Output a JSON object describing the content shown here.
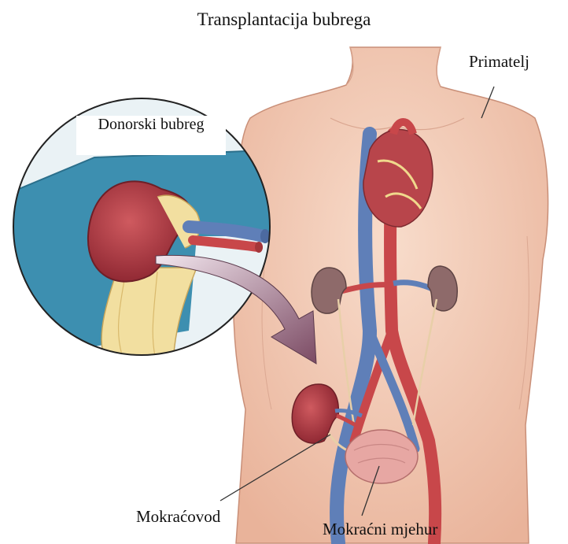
{
  "title": "Transplantacija bubrega",
  "labels": {
    "recipient": "Primatelj",
    "donor_kidney": "Donorski bubreg",
    "ureter": "Mokraćovod",
    "bladder": "Mokraćni mjehur"
  },
  "colors": {
    "skin": "#f3c9b2",
    "kidney": "#a8343c",
    "artery": "#c8474a",
    "vein": "#5f7fb8",
    "fat": "#f2dfa0",
    "inset_background": "#3d8fb0"
  }
}
